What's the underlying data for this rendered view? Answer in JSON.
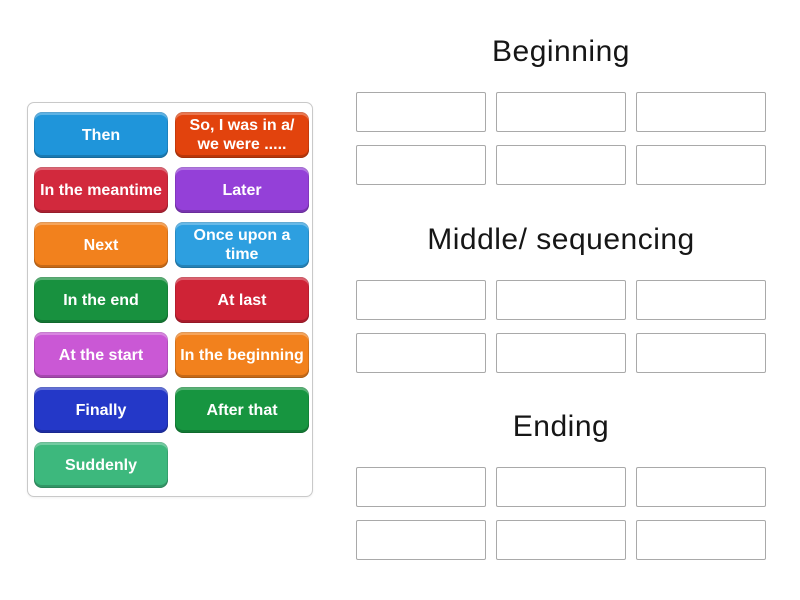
{
  "activity": {
    "kind": "group-sort",
    "background_color": "#ffffff",
    "tile_text_color": "#ffffff",
    "slot_border_color": "#a9a9a9",
    "panel_border_color": "#c9c9c9",
    "title_text_color": "#161616"
  },
  "tile_panel": {
    "tiles": [
      {
        "label": "Then",
        "color": "#1f95da"
      },
      {
        "label": "So, I was in a/ we were .....",
        "color": "#e2430d"
      },
      {
        "label": "In the meantime",
        "color": "#d2293d"
      },
      {
        "label": "Later",
        "color": "#9440d8"
      },
      {
        "label": "Next",
        "color": "#f2811d"
      },
      {
        "label": "Once upon a time",
        "color": "#2d9fe0"
      },
      {
        "label": "In the end",
        "color": "#18913f"
      },
      {
        "label": "At last",
        "color": "#cf2336"
      },
      {
        "label": "At the start",
        "color": "#ca58d5"
      },
      {
        "label": "In the beginning",
        "color": "#f2811d"
      },
      {
        "label": "Finally",
        "color": "#2438c8"
      },
      {
        "label": "After that",
        "color": "#179540"
      },
      {
        "label": "Suddenly",
        "color": "#3db87d"
      }
    ]
  },
  "groups": [
    {
      "title": "Beginning",
      "slot_count": 6
    },
    {
      "title": "Middle/ sequencing",
      "slot_count": 6
    },
    {
      "title": "Ending",
      "slot_count": 6
    }
  ]
}
